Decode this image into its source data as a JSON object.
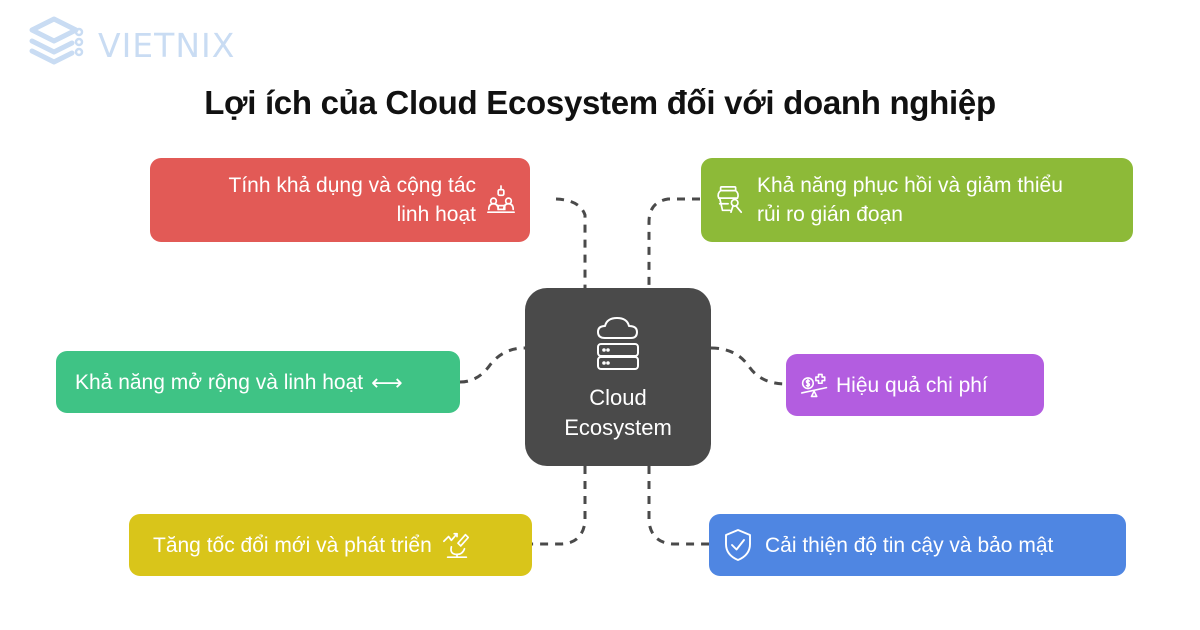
{
  "brand": {
    "name": "VIETNIX",
    "logo_icon": "stacked-layers-icon",
    "color": "#c9dcf3"
  },
  "title": "Lợi ích của Cloud Ecosystem đối với doanh nghiệp",
  "center": {
    "line1": "Cloud",
    "line2": "Ecosystem",
    "icon": "cloud-server-icon",
    "color": "#4a4a4a"
  },
  "benefits": [
    {
      "id": "availability",
      "line1": "Tính khả dụng và cộng tác",
      "line2": "linh hoạt",
      "icon": "collaboration-icon",
      "color": "#e25a56",
      "position": "top-left"
    },
    {
      "id": "resilience",
      "line1": "Khả năng phục hồi và giảm thiểu",
      "line2": "rủi ro gián đoạn",
      "icon": "recovery-vase-icon",
      "color": "#8dba38",
      "position": "top-right"
    },
    {
      "id": "scalability",
      "line1": "Khả năng mở rộng và linh hoạt",
      "icon": "left-right-arrow-icon",
      "icon_glyph": "⟷",
      "color": "#3fc385",
      "position": "middle-left"
    },
    {
      "id": "cost",
      "line1": "Hiệu quả chi phí",
      "icon": "cost-balance-icon",
      "color": "#b35de0",
      "position": "middle-right"
    },
    {
      "id": "innovation",
      "line1": "Tăng tốc đổi mới và phát triển",
      "icon": "microscope-growth-icon",
      "color": "#d9c51a",
      "position": "bottom-left"
    },
    {
      "id": "security",
      "line1": "Cải thiện độ tin cậy và bảo mật",
      "icon": "shield-check-icon",
      "color": "#4f86e2",
      "position": "bottom-right"
    }
  ],
  "connector_color": "#4a4a4a"
}
